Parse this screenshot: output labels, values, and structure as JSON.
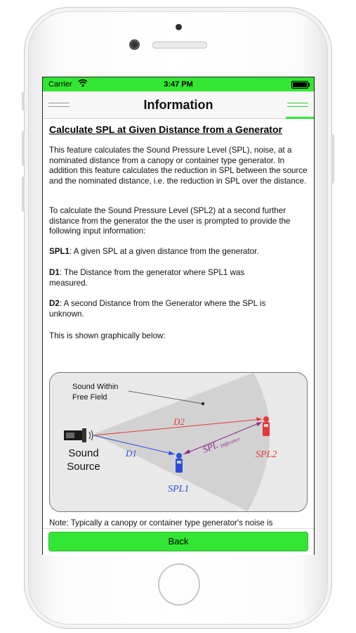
{
  "status": {
    "carrier": "Carrier",
    "time": "3:47 PM"
  },
  "nav": {
    "title": "Information"
  },
  "content": {
    "heading": "Calculate SPL at Given Distance from a Generator",
    "p1": "This feature calculates the Sound Pressure Level (SPL), noise, at a nominated distance from a canopy or container type generator. In addition this feature calculates the reduction in SPL between the source and the nominated distance, i.e. the reduction in SPL over the distance.",
    "p2": "To calculate the Sound Pressure Level (SPL2) at a second further distance from the generator the the user is prompted to provide the following input information:",
    "spl1_label": "SPL1",
    "spl1_text": ": A given SPL at a given distance from the generator.",
    "d1_label": "D1",
    "d1_text": ": The Distance from the generator where SPL1 was measured.",
    "d2_label": "D2",
    "d2_text": ": A second Distance from the Generator where the SPL is unknown.",
    "shown": "This is shown graphically below:",
    "note": "Note: Typically a canopy or container type generator's noise is"
  },
  "diagram": {
    "free_field_line1": "Sound Within",
    "free_field_line2": "Free Field",
    "source_line1": "Sound",
    "source_line2": "Source",
    "d1": "D1",
    "d2": "D2",
    "spl1": "SPL1",
    "spl2": "SPL2",
    "spl_diff": "SPL",
    "spl_diff_sub": "Difference"
  },
  "footer": {
    "back_label": "Back"
  },
  "colors": {
    "accent_green": "#33e633",
    "d1_blue": "#2a4ed8",
    "d2_red": "#e23a3a",
    "diff_purple": "#8a2a8a"
  }
}
